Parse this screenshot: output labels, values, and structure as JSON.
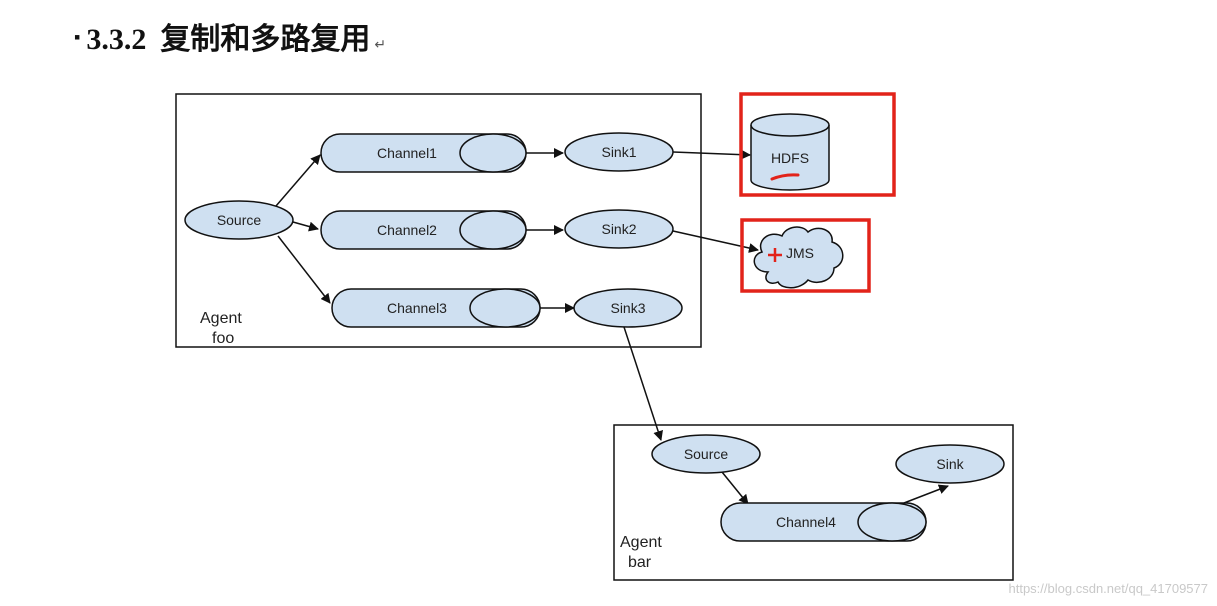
{
  "heading": {
    "bullet": "▪",
    "number": "3.3.2",
    "title": "复制和多路复用",
    "para_mark": "↵"
  },
  "agent_foo": {
    "label_line1": "Agent",
    "label_line2": "foo",
    "source": "Source",
    "channels": [
      "Channel1",
      "Channel2",
      "Channel3"
    ],
    "sinks": [
      "Sink1",
      "Sink2",
      "Sink3"
    ]
  },
  "destinations": {
    "hdfs": "HDFS",
    "jms": "JMS"
  },
  "agent_bar": {
    "label_line1": "Agent",
    "label_line2": "bar",
    "source": "Source",
    "channel": "Channel4",
    "sink": "Sink"
  },
  "watermark": "https://blog.csdn.net/qq_41709577",
  "colors": {
    "node_fill": "#cfe0f1",
    "highlight": "#e2231a",
    "stroke": "#111111"
  }
}
